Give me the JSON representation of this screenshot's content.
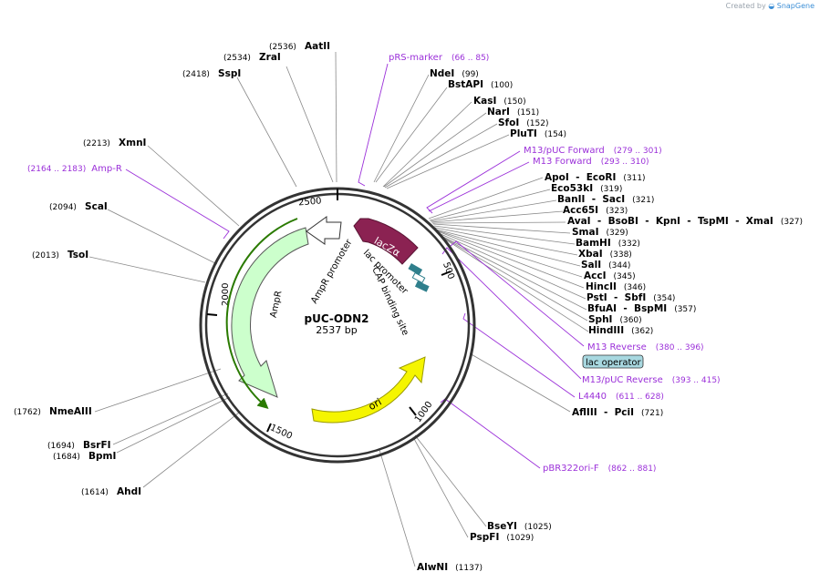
{
  "credit": {
    "created_by": "Created by",
    "brand": "SnapGene"
  },
  "plasmid": {
    "name": "pUC-ODN2",
    "size": "2537 bp"
  },
  "ruler": [
    "2500",
    "500",
    "1000",
    "1500",
    "2000"
  ],
  "features": [
    {
      "name": "lacZα",
      "color": "#8b2252"
    },
    {
      "name": "lac promoter",
      "color": "#ffffff"
    },
    {
      "name": "CAP binding site",
      "color": "#ffffff"
    },
    {
      "name": "ori",
      "color": "#f5f500"
    },
    {
      "name": "AmpR",
      "color": "#ccffcc"
    },
    {
      "name": "AmpR promoter",
      "color": "#ffffff"
    }
  ],
  "enzymes": [
    {
      "pos": "(2536)",
      "name": "AatII"
    },
    {
      "pos": "(2534)",
      "name": "ZraI"
    },
    {
      "pos": "(2418)",
      "name": "SspI"
    },
    {
      "pos": "(2213)",
      "name": "XmnI"
    },
    {
      "pos": "(2094)",
      "name": "ScaI"
    },
    {
      "pos": "(2013)",
      "name": "TsoI"
    },
    {
      "pos": "(1762)",
      "name": "NmeAIII"
    },
    {
      "pos": "(1694)",
      "name": "BsrFI"
    },
    {
      "pos": "(1684)",
      "name": "BpmI"
    },
    {
      "pos": "(1614)",
      "name": "AhdI"
    },
    {
      "name": "NdeI",
      "pos": "(99)"
    },
    {
      "name": "BstAPI",
      "pos": "(100)"
    },
    {
      "name": "KasI",
      "pos": "(150)"
    },
    {
      "name": "NarI",
      "pos": "(151)"
    },
    {
      "name": "SfoI",
      "pos": "(152)"
    },
    {
      "name": "PluTI",
      "pos": "(154)"
    },
    {
      "name": "ApoI  -  EcoRI",
      "pos": "(311)"
    },
    {
      "name": "Eco53kI",
      "pos": "(319)"
    },
    {
      "name": "BanII  -  SacI",
      "pos": "(321)"
    },
    {
      "name": "Acc65I",
      "pos": "(323)"
    },
    {
      "name": "AvaI  -  BsoBI  -  KpnI  -  TspMI  -  XmaI",
      "pos": "(327)"
    },
    {
      "name": "SmaI",
      "pos": "(329)"
    },
    {
      "name": "BamHI",
      "pos": "(332)"
    },
    {
      "name": "XbaI",
      "pos": "(338)"
    },
    {
      "name": "SalI",
      "pos": "(344)"
    },
    {
      "name": "AccI",
      "pos": "(345)"
    },
    {
      "name": "HincII",
      "pos": "(346)"
    },
    {
      "name": "PstI  -  SbfI",
      "pos": "(354)"
    },
    {
      "name": "BfuAI  -  BspMI",
      "pos": "(357)"
    },
    {
      "name": "SphI",
      "pos": "(360)"
    },
    {
      "name": "HindIII",
      "pos": "(362)"
    },
    {
      "name": "AflIII  -  PciI",
      "pos": "(721)"
    },
    {
      "name": "BseYI",
      "pos": "(1025)"
    },
    {
      "name": "PspFI",
      "pos": "(1029)"
    },
    {
      "name": "AlwNI",
      "pos": "(1137)"
    }
  ],
  "primers": [
    {
      "name": "pRS-marker",
      "range": "(66 .. 85)"
    },
    {
      "name": "M13/pUC Forward",
      "range": "(279 .. 301)"
    },
    {
      "name": "M13 Forward",
      "range": "(293 .. 310)"
    },
    {
      "name": "M13 Reverse",
      "range": "(380 .. 396)"
    },
    {
      "name": "M13/pUC Reverse",
      "range": "(393 .. 415)"
    },
    {
      "name": "L4440",
      "range": "(611 .. 628)"
    },
    {
      "name": "pBR322ori-F",
      "range": "(862 .. 881)"
    },
    {
      "name": "Amp-R",
      "range": "(2164 .. 2183)"
    }
  ],
  "lac_operator": "lac operator"
}
